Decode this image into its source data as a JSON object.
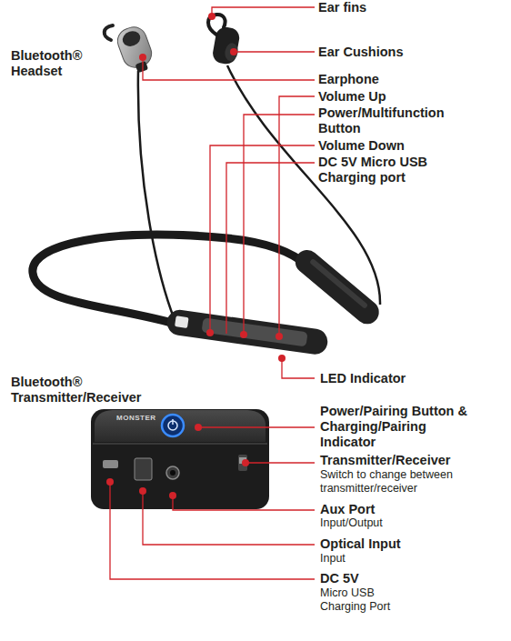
{
  "diagram": {
    "labels": [
      "Ear fins",
      "Ear Cushions",
      "Bluetooth® Headset",
      "Earphone",
      "Volume Up",
      "Power/Multifunction Button",
      "Volume Down",
      "DC 5V Micro USB Charging port",
      "LED Indicator",
      "Bluetooth® Transmitter/Receiver",
      "Power/Pairing Button & Charging/Pairing Indicator",
      "Transmitter/Receiver",
      "Switch to change between transmitter/receiver",
      "Aux Port",
      "Input/Output",
      "Optical Input",
      "Input",
      "DC 5V",
      "Micro USB Charging Port",
      "MONSTER"
    ]
  }
}
